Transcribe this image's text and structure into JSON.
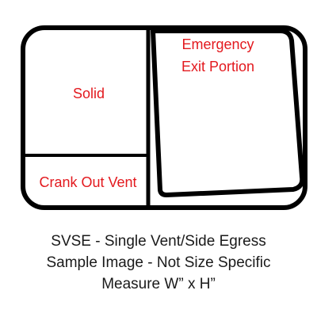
{
  "diagram": {
    "panels": {
      "solid": "Solid",
      "crank_out_vent": "Crank Out Vent",
      "emergency_exit_line1": "Emergency",
      "emergency_exit_line2": "Exit Portion"
    },
    "caption": {
      "line1": "SVSE - Single Vent/Side Egress",
      "line2": "Sample Image - Not Size Specific",
      "line3": "Measure W” x H”"
    },
    "colors": {
      "label": "#e3191e",
      "outline": "#000000",
      "caption": "#1a1a1a"
    }
  }
}
